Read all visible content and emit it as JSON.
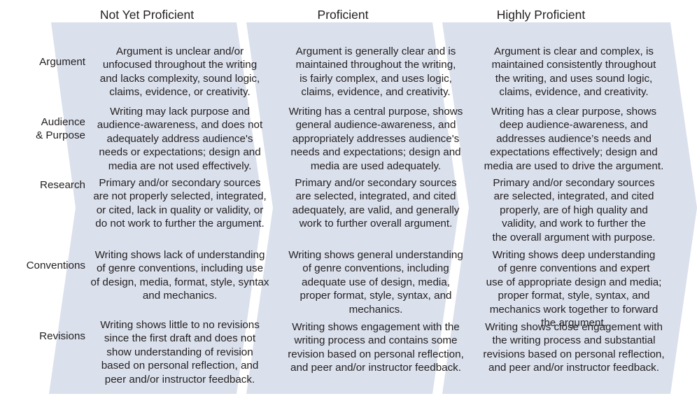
{
  "diagram": {
    "type": "chevron-rubric",
    "title_row": [
      "Not Yet Proficient",
      "Proficient",
      "Highly Proficient"
    ],
    "colors": {
      "chevron_fill": "#dae0ec",
      "text": "#231f20",
      "background": "#ffffff"
    }
  },
  "headers": [
    {
      "label": "Not Yet Proficient"
    },
    {
      "label": "Proficient"
    },
    {
      "label": "Highly Proficient"
    }
  ],
  "rows": [
    {
      "label": "Argument",
      "cells": [
        "Argument is unclear and/or\nunfocused throughout the writing\nand lacks complexity, sound logic,\nclaims, evidence, or creativity.",
        "Argument is generally clear and is\nmaintained throughout the writing,\nis fairly complex, and uses logic,\nclaims, evidence, and creativity.",
        "Argument is clear and complex, is\nmaintained consistently throughout\nthe writing, and uses sound logic,\nclaims, evidence, and creativity."
      ]
    },
    {
      "label": "Audience\n& Purpose",
      "cells": [
        "Writing may lack purpose and\naudience-awareness, and does not\nadequately address audience's\nneeds or expectations; design and\nmedia are not used effectively.",
        "Writing has a central purpose, shows\ngeneral audience-awareness, and\nappropriately addresses audience's\nneeds and expectations; design and\nmedia are used adequately.",
        "Writing has a clear purpose, shows\ndeep audience-awareness, and\naddresses audience’s needs and\nexpectations effectively; design and\nmedia are used to drive the argument."
      ]
    },
    {
      "label": "Research",
      "cells": [
        "Primary and/or secondary sources\nare not properly selected, integrated,\nor cited, lack in quality or validity, or\ndo not work to further the argument.",
        "Primary and/or secondary sources\nare selected, integrated, and cited\nadequately, are valid, and generally\nwork to further overall argument.",
        "Primary and/or secondary sources\nare selected, integrated, and cited\nproperly, are of high quality and\nvalidity, and work to further the\nthe overall argument with purpose."
      ]
    },
    {
      "label": "Conventions",
      "cells": [
        "Writing shows lack of understanding\nof genre conventions, including use\nof design, media, format, style, syntax\nand mechanics.",
        "Writing shows general understanding\nof genre conventions, including\nadequate use of design, media,\nproper format, style, syntax, and\nmechanics.",
        "Writing shows deep understanding\nof genre conventions and expert\nuse of appropriate design and media;\nproper format, style, syntax, and\nmechanics work together to forward\nthe argument."
      ]
    },
    {
      "label": "Revisions",
      "cells": [
        "Writing shows little to no revisions\nsince the first draft and does not\nshow understanding of revision\nbased on personal reflection, and\npeer and/or instructor feedback.",
        "Writing shows engagement with the\nwriting process and contains some\nrevision based on personal reflection,\nand peer and/or instructor feedback.",
        "Writing shows close engagement with\nthe writing process and substantial\nrevisions based on personal reflection,\nand peer and/or instructor feedback."
      ]
    }
  ]
}
